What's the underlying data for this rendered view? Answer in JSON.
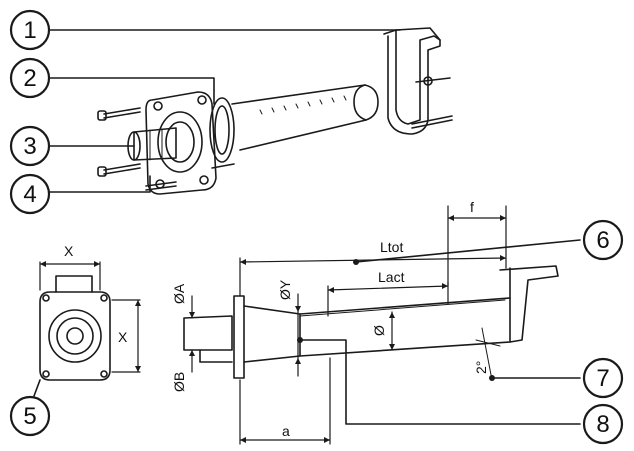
{
  "callouts": [
    "1",
    "2",
    "3",
    "4",
    "5",
    "6",
    "7",
    "8"
  ],
  "dimensions": {
    "x_top": "X",
    "x_side": "X",
    "dia_a": "ØA",
    "dia_b": "ØB",
    "dia_y": "ØY",
    "dia": "Ø",
    "ltot": "Ltot",
    "lact": "Lact",
    "f": "f",
    "a": "a",
    "angle": "2°"
  },
  "colors": {
    "line": "#1a1a1a",
    "fill": "#ffffff"
  }
}
